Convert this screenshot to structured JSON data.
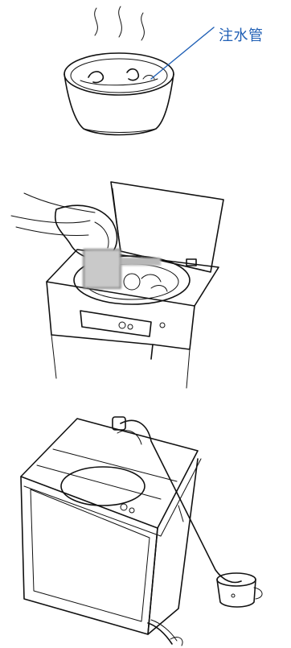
{
  "callout": {
    "label": "注水管",
    "color": "#1f5fb5"
  },
  "panels": [
    {
      "name": "basin-with-warm-water"
    },
    {
      "name": "adding-water-into-washer-tub"
    },
    {
      "name": "washer-with-inlet-hose-into-bucket"
    }
  ]
}
